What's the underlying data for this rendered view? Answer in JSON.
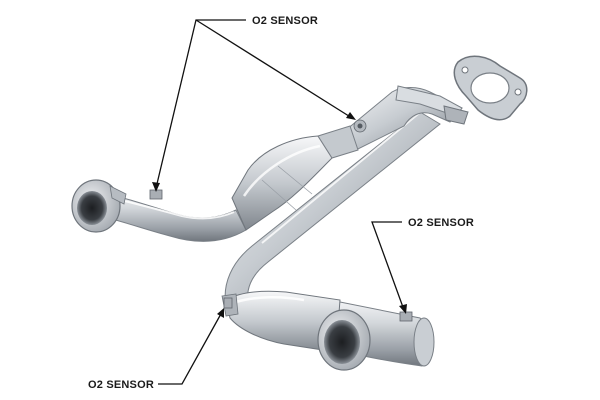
{
  "labels": {
    "sensor_top": "O2 SENSOR",
    "sensor_right": "O2 SENSOR",
    "sensor_bottom": "O2 SENSOR"
  },
  "colors": {
    "metal_light": "#eef0f2",
    "metal_mid": "#b9bec4",
    "metal_dark": "#6f757c",
    "leader_line": "#111111"
  }
}
